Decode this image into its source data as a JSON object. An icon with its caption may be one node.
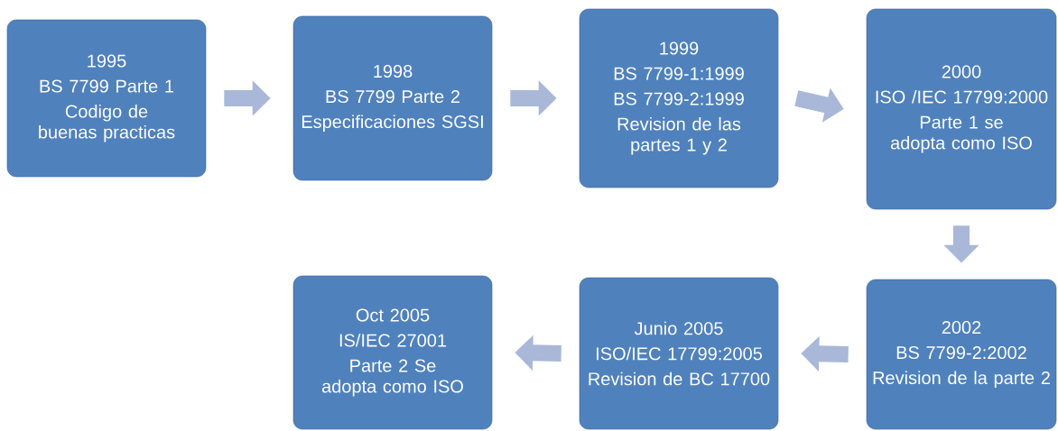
{
  "diagram": {
    "nodes": [
      {
        "text": [
          "1995",
          "BS 7799 Parte 1",
          "Codigo de buenas practicas"
        ]
      },
      {
        "text": [
          "1998",
          "BS 7799 Parte 2",
          "Especificaciones SGSI"
        ]
      },
      {
        "text": [
          "1999",
          "BS 7799-1:1999",
          "BS 7799-2:1999",
          "Revision de las partes 1 y 2"
        ]
      },
      {
        "text": [
          "2000",
          "ISO /IEC 17799:2000",
          "Parte 1 se adopta como ISO"
        ]
      },
      {
        "text": [
          "2002",
          "BS 7799-2:2002",
          "Revision de la parte 2"
        ]
      },
      {
        "text": [
          "Junio 2005",
          "ISO/IEC 17799:2005",
          "Revision de BC 17700"
        ]
      },
      {
        "text": [
          "Oct 2005",
          "IS/IEC 27001",
          "Parte 2 Se adopta como ISO"
        ]
      }
    ],
    "edges": [
      {
        "from": 0,
        "to": 1,
        "arrow": "to"
      },
      {
        "from": 1,
        "to": 2,
        "arrow": "to"
      },
      {
        "from": 2,
        "to": 3,
        "arrow": "to"
      },
      {
        "from": 3,
        "to": 4,
        "arrow": "to"
      },
      {
        "from": 4,
        "to": 5,
        "arrow": "to"
      },
      {
        "from": 5,
        "to": 6,
        "arrow": "to"
      }
    ]
  }
}
